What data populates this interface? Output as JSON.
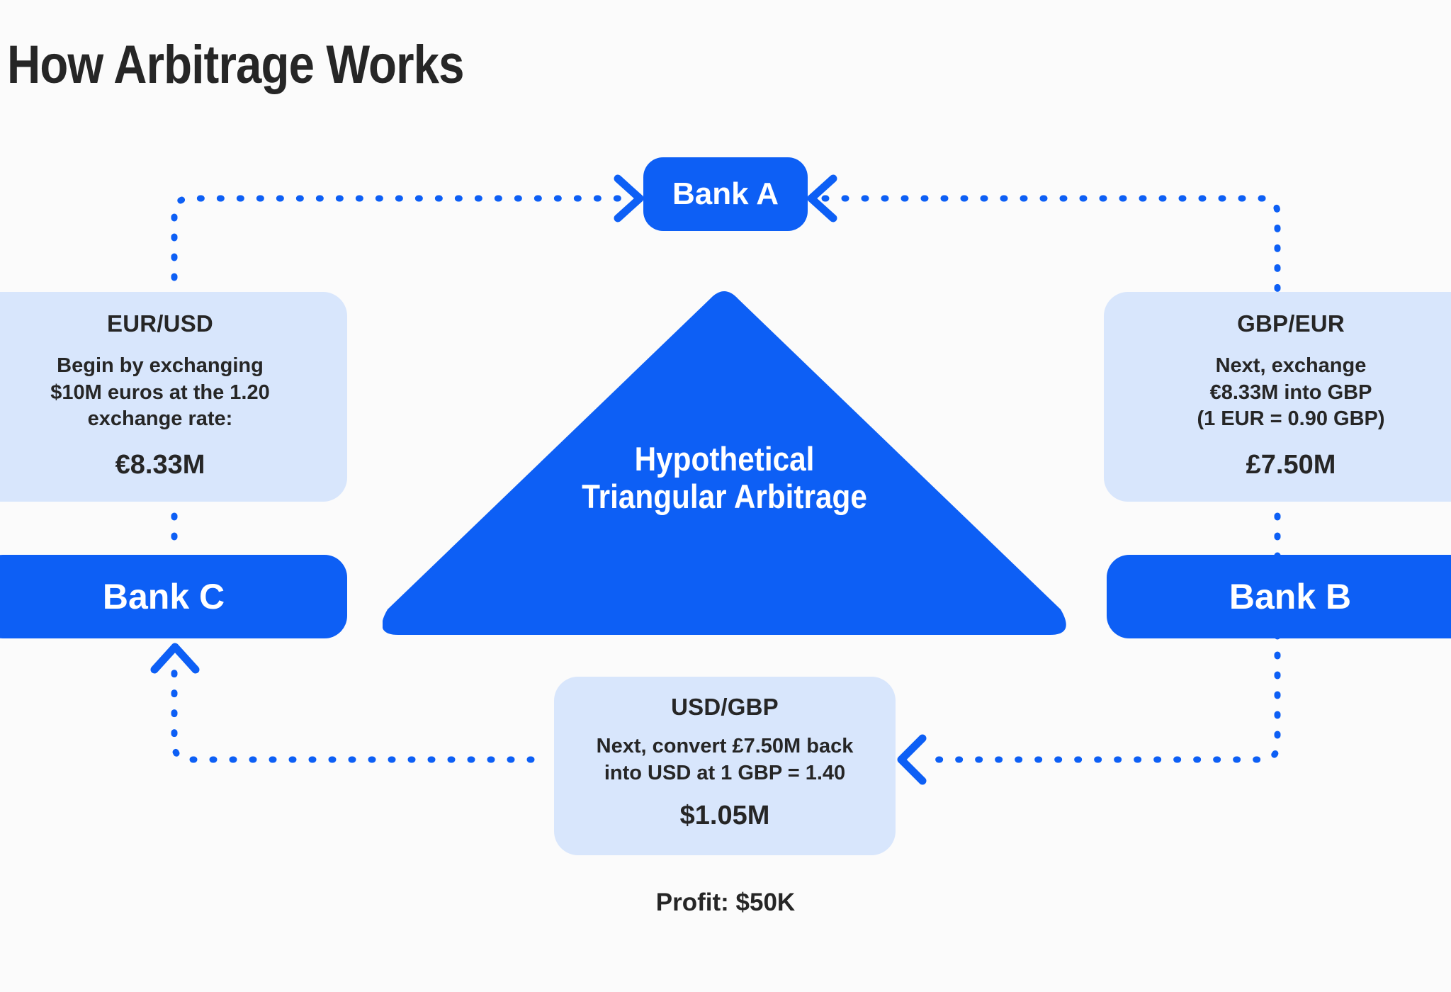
{
  "page": {
    "title": "How Arbitrage Works",
    "background_color": "#fbfbfb",
    "accent_blue": "#0d5ff5",
    "card_blue": "#d8e6fc",
    "text_dark": "#262626"
  },
  "triangle": {
    "line1": "Hypothetical",
    "line2": "Triangular Arbitrage",
    "fill": "#0d5ff5"
  },
  "banks": {
    "a": "Bank A",
    "b": "Bank B",
    "c": "Bank C"
  },
  "cards": {
    "left": {
      "title": "EUR/USD",
      "line1": "Begin by exchanging",
      "line2": "$10M euros at the 1.20",
      "line3": "exchange rate:",
      "amount": "€8.33M"
    },
    "right": {
      "title": "GBP/EUR",
      "line1": "Next, exchange",
      "line2": "€8.33M into GBP",
      "line3": "(1 EUR = 0.90 GBP)",
      "amount": "£7.50M"
    },
    "bottom": {
      "title": "USD/GBP",
      "line1": "Next, convert £7.50M back",
      "line2": "into USD at 1 GBP = 1.40",
      "line3": "",
      "amount": "$1.05M"
    }
  },
  "profit": "Profit: $50K",
  "flow": {
    "steps": [
      {
        "from": "Bank C",
        "to": "Bank A",
        "pair": "EUR/USD",
        "result": "€8.33M"
      },
      {
        "from": "Bank A",
        "to": "Bank B",
        "pair": "GBP/EUR",
        "result": "£7.50M"
      },
      {
        "from": "Bank B",
        "to": "Bank C",
        "pair": "USD/GBP",
        "result": "$1.05M"
      }
    ]
  }
}
